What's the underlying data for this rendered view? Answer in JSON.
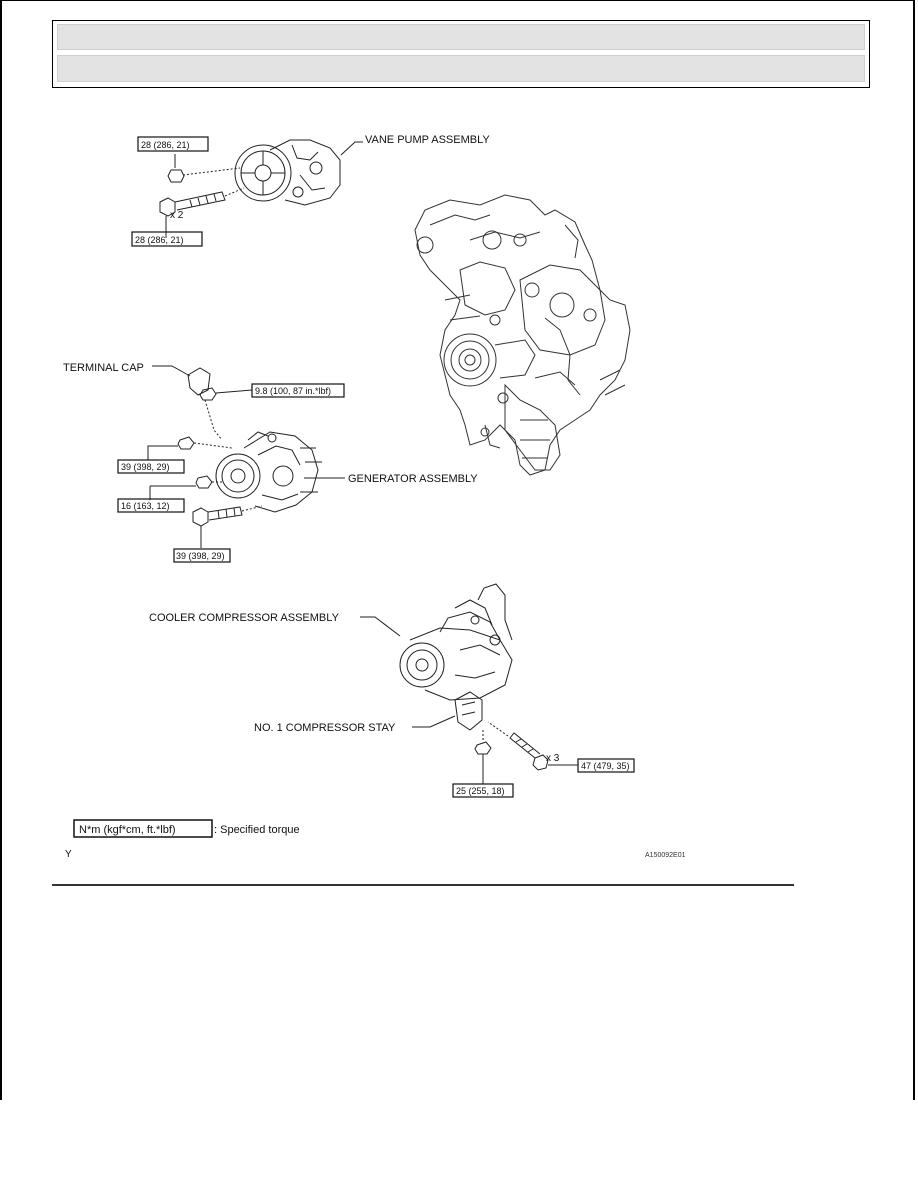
{
  "header": {
    "row1": "",
    "row2": ""
  },
  "labels": {
    "vane_pump": "VANE PUMP ASSEMBLY",
    "terminal_cap": "TERMINAL CAP",
    "generator": "GENERATOR ASSEMBLY",
    "cooler_compressor": "COOLER COMPRESSOR ASSEMBLY",
    "compressor_stay": "NO. 1 COMPRESSOR STAY"
  },
  "torques": {
    "vane_pump_nut": "28 (286, 21)",
    "vane_pump_bolt": "28 (286, 21)",
    "terminal_nut": "9.8 (100, 87 in.*lbf)",
    "generator_nut": "39 (398, 29)",
    "generator_small_nut": "16 (163, 12)",
    "generator_bolt": "39 (398, 29)",
    "compressor_bolt": "47 (479, 35)",
    "compressor_nut": "25 (255, 18)"
  },
  "multipliers": {
    "vane_bolts": "x 2",
    "compressor_bolts": "x 3"
  },
  "legend": {
    "unit": "N*m (kgf*cm, ft.*lbf)",
    "description": ": Specified torque"
  },
  "footer": {
    "left_mark": "Y",
    "figure_code": "A150092E01"
  }
}
